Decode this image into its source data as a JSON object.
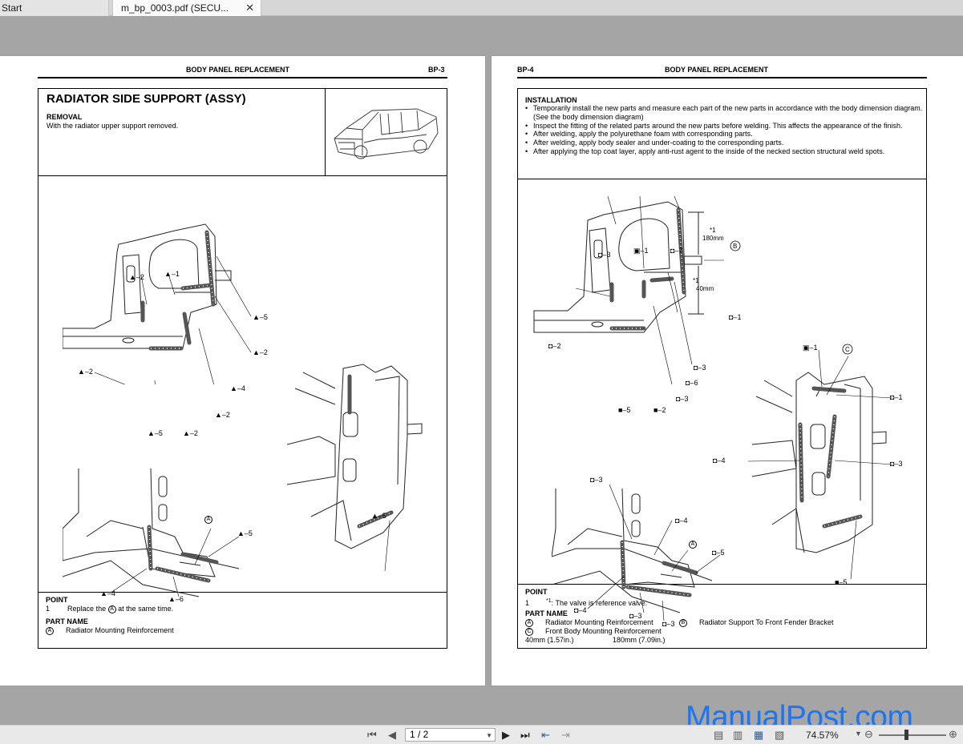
{
  "tabs": [
    {
      "label": "Start"
    },
    {
      "label": "m_bp_0003.pdf (SECU..."
    }
  ],
  "icons": {
    "tab_close": "close-icon",
    "first_page": "first-page-icon",
    "prev_page": "prev-page-icon",
    "next_page": "next-page-icon",
    "last_page": "last-page-icon"
  },
  "left_page": {
    "header_title": "BODY PANEL REPLACEMENT",
    "page_code": "BP-3",
    "section_title": "RADIATOR SIDE SUPPORT (ASSY)",
    "removal_heading": "REMOVAL",
    "removal_text": "With the radiator upper support removed.",
    "point_heading": "POINT",
    "point_number": "1",
    "point_text_before": "Replace the",
    "point_ref": "A",
    "point_text_after": "at the same time.",
    "part_name_heading": "PART NAME",
    "part_ref": "A",
    "part_name": "Radiator Mounting Reinforcement",
    "callouts_top": [
      "2",
      "1",
      "5",
      "2",
      "2",
      "4",
      "2",
      "5",
      "2"
    ],
    "callouts_bottom": [
      "A",
      "5",
      "4",
      "6",
      "5"
    ]
  },
  "right_page": {
    "page_code": "BP-4",
    "header_title": "BODY PANEL REPLACEMENT",
    "installation_heading": "INSTALLATION",
    "installation_items": [
      "Temporarily install the new parts and measure each part of the new parts in accordance with the body dimension diagram. (See the body dimension diagram)",
      "Inspect the fitting of the related parts around the new parts before welding. This affects the appearance of the finish.",
      "After welding, apply the polyurethane foam with corresponding parts.",
      "After welding, apply body sealer and under-coating to the corresponding parts.",
      "After applying the top coat layer, apply anti-rust agent to the inside of the necked section structural weld spots."
    ],
    "point_heading": "POINT",
    "point_number": "1",
    "point_mark": "*1",
    "point_text": "The valve is reference valve.",
    "part_name_heading": "PART NAME",
    "part_a_ref": "A",
    "part_a": "Radiator Mounting Reinforcement",
    "part_b_ref": "B",
    "part_b": "Radiator Support To Front Fender Bracket",
    "part_c_ref": "C",
    "part_c": "Front Body Mounting Reinforcement",
    "dim_40": "40mm (1.57in.)",
    "dim_180": "180mm (7.09in.)",
    "diagram_labels": {
      "star1": "*1",
      "d180": "180mm",
      "d40": "40mm",
      "b": "B",
      "c": "C",
      "a": "A"
    },
    "callouts_top": [
      "3",
      "1",
      "7",
      "1",
      "2",
      "3",
      "6",
      "3",
      "5",
      "2"
    ],
    "callouts_side": [
      "1",
      "1",
      "4",
      "3",
      "5"
    ],
    "callouts_bottom": [
      "3",
      "4",
      "5",
      "4",
      "3",
      "3"
    ]
  },
  "toolbar": {
    "page_indicator": "1 / 2",
    "zoom": "74.57%"
  },
  "watermark": "ManualPost.com"
}
